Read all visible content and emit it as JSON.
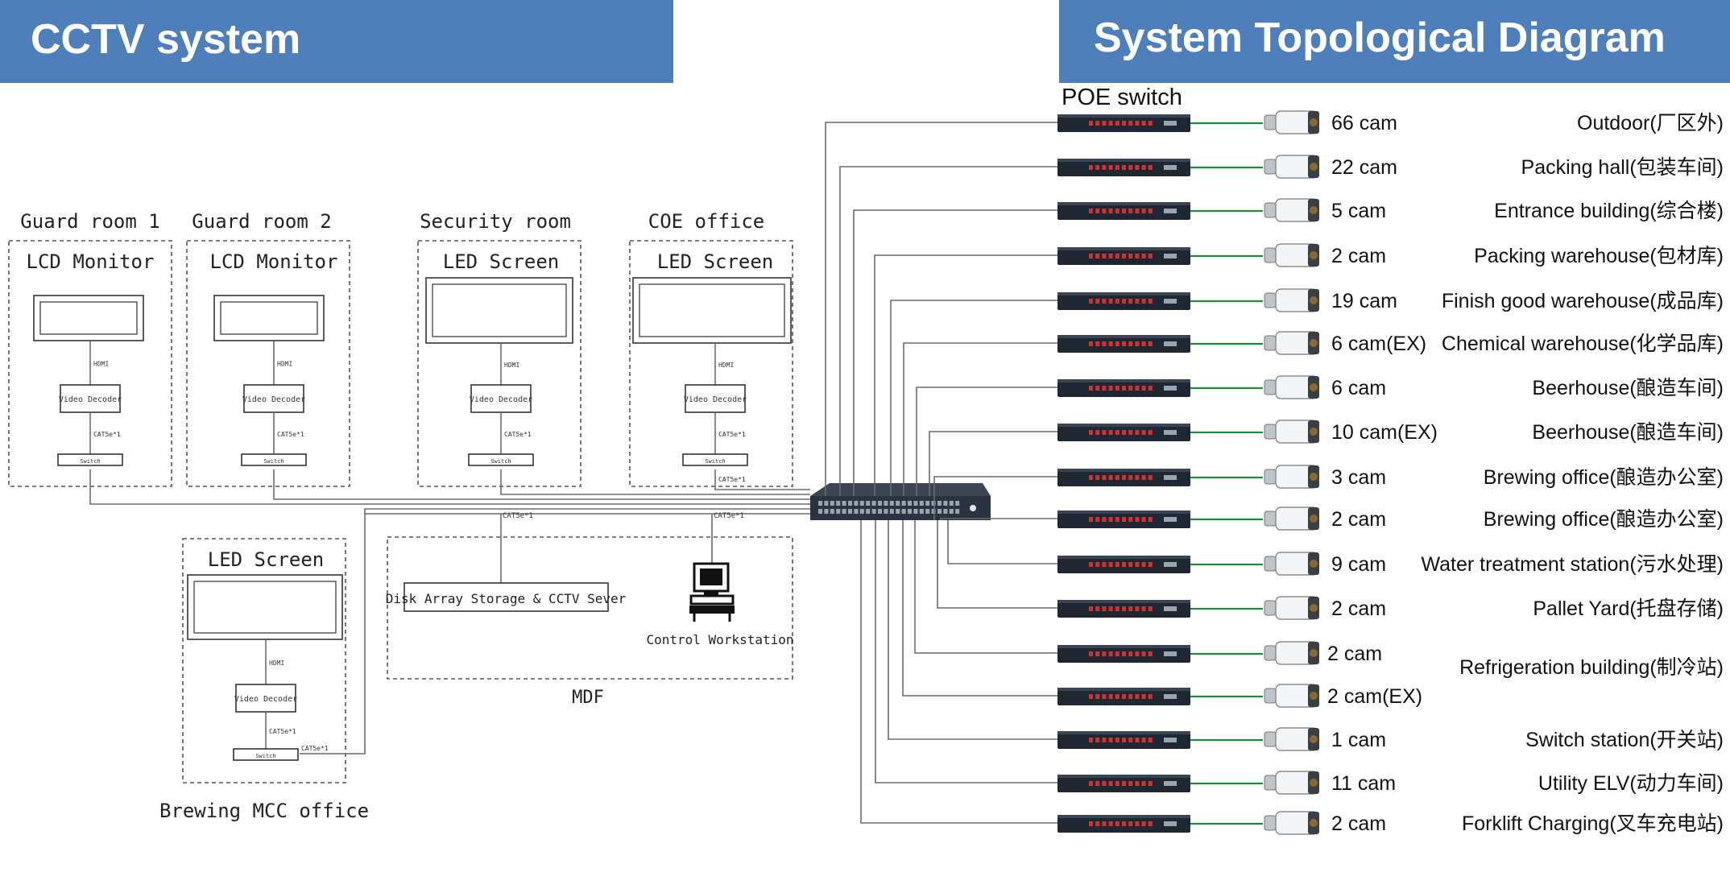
{
  "header_left": "CCTV system",
  "header_right": "System Topological Diagram",
  "poe_label": "POE switch",
  "colors": {
    "header_bg": "#4e7fba",
    "wire": "#6b6b6b",
    "green_link": "#1e8a3a",
    "switch_body": "#2a3340"
  },
  "left_panel": {
    "hdmi": "HDMI",
    "cat": "CAT5e*1",
    "rooms": [
      {
        "id": "guard1",
        "title": "Guard room 1",
        "display": "LCD Monitor",
        "decoder": "Video Decoder",
        "switch": "Switch"
      },
      {
        "id": "guard2",
        "title": "Guard room 2",
        "display": "LCD Monitor",
        "decoder": "Video Decoder",
        "switch": "Switch"
      },
      {
        "id": "security",
        "title": "Security room",
        "display": "LED Screen",
        "decoder": "Video Decoder",
        "switch": "Switch"
      },
      {
        "id": "coe",
        "title": "COE office",
        "display": "LED Screen",
        "decoder": "Video Decoder",
        "switch": "Switch"
      },
      {
        "id": "brewing",
        "title": "Brewing MCC office",
        "display": "LED Screen",
        "decoder": "Video Decoder",
        "switch": "Switch"
      }
    ],
    "mdf": {
      "label": "MDF",
      "storage": "Disk Array Storage & CCTV Sever",
      "workstation": "Control Workstation"
    }
  },
  "cameras": [
    {
      "count": "66 cam",
      "location": "Outdoor(厂区外)"
    },
    {
      "count": "22 cam",
      "location": "Packing hall(包装车间)"
    },
    {
      "count": "5 cam",
      "location": "Entrance building(综合楼)"
    },
    {
      "count": "2 cam",
      "location": "Packing warehouse(包材库)"
    },
    {
      "count": "19 cam",
      "location": "Finish good warehouse(成品库)"
    },
    {
      "count": "6 cam(EX)",
      "location": "Chemical warehouse(化学品库)"
    },
    {
      "count": "6 cam",
      "location": "Beerhouse(酿造车间)"
    },
    {
      "count": "10 cam(EX)",
      "location": "Beerhouse(酿造车间)"
    },
    {
      "count": "3 cam",
      "location": "Brewing office(酿造办公室)"
    },
    {
      "count": "2 cam",
      "location": "Brewing office(酿造办公室)"
    },
    {
      "count": "9 cam",
      "location": "Water treatment station(污水处理)"
    },
    {
      "count": "2 cam",
      "location": "Pallet Yard(托盘存储)"
    },
    {
      "count": "2 cam",
      "location": ""
    },
    {
      "count": "2 cam(EX)",
      "location": ""
    },
    {
      "count": "1 cam",
      "location": "Switch station(开关站)"
    },
    {
      "count": "11 cam",
      "location": "Utility ELV(动力车间)"
    },
    {
      "count": "2 cam",
      "location": "Forklift Charging(叉车充电站)"
    }
  ],
  "merged_location": "Refrigeration building(制冷站)"
}
